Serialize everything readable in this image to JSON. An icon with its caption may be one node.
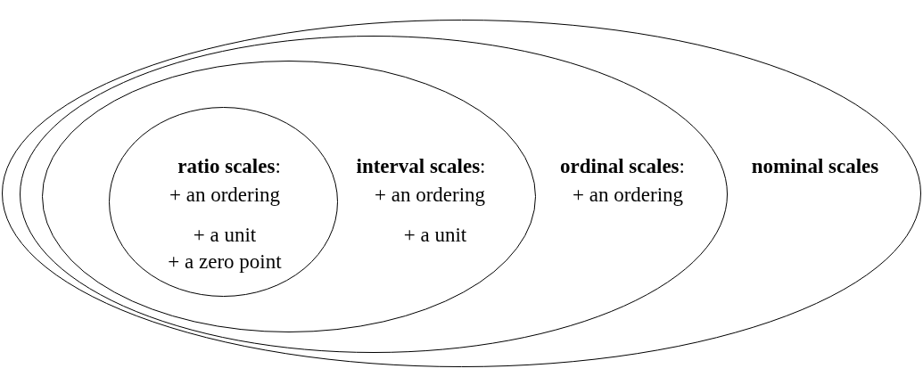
{
  "diagram": {
    "nodes": [
      {
        "text": [
          "**nominal scales**"
        ]
      },
      {
        "text": [
          "**ordinal scales**:",
          "+ an ordering"
        ],
        "in": 0
      },
      {
        "text": [
          "**interval scales**:",
          "+ an ordering",
          "+ a unit"
        ],
        "in": 1
      },
      {
        "text": [
          "**ratio scales**:",
          "+ an ordering",
          "+ a unit",
          "+ a zero point"
        ],
        "in": 2
      }
    ]
  }
}
